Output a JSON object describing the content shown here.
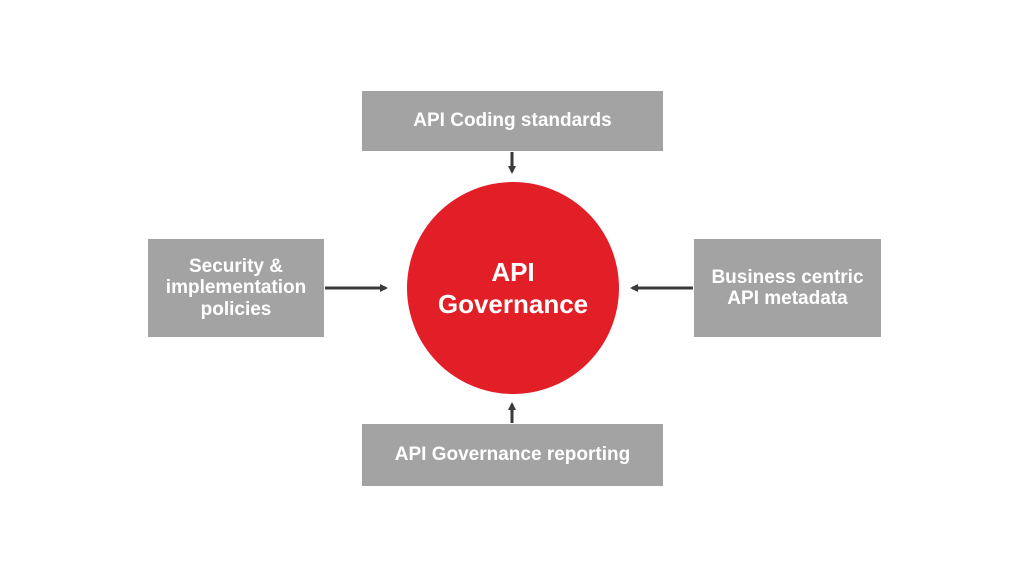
{
  "diagram": {
    "center": {
      "label": "API\nGovernance"
    },
    "nodes": {
      "top": {
        "label": "API Coding standards"
      },
      "left": {
        "label": "Security &\nimplementation\npolicies"
      },
      "right": {
        "label": "Business centric\nAPI metadata"
      },
      "bottom": {
        "label": "API Governance reporting"
      }
    },
    "colors": {
      "box_fill": "#a3a3a3",
      "center_fill": "#e21e26",
      "text": "#ffffff",
      "arrow": "#3a3a3a"
    }
  }
}
